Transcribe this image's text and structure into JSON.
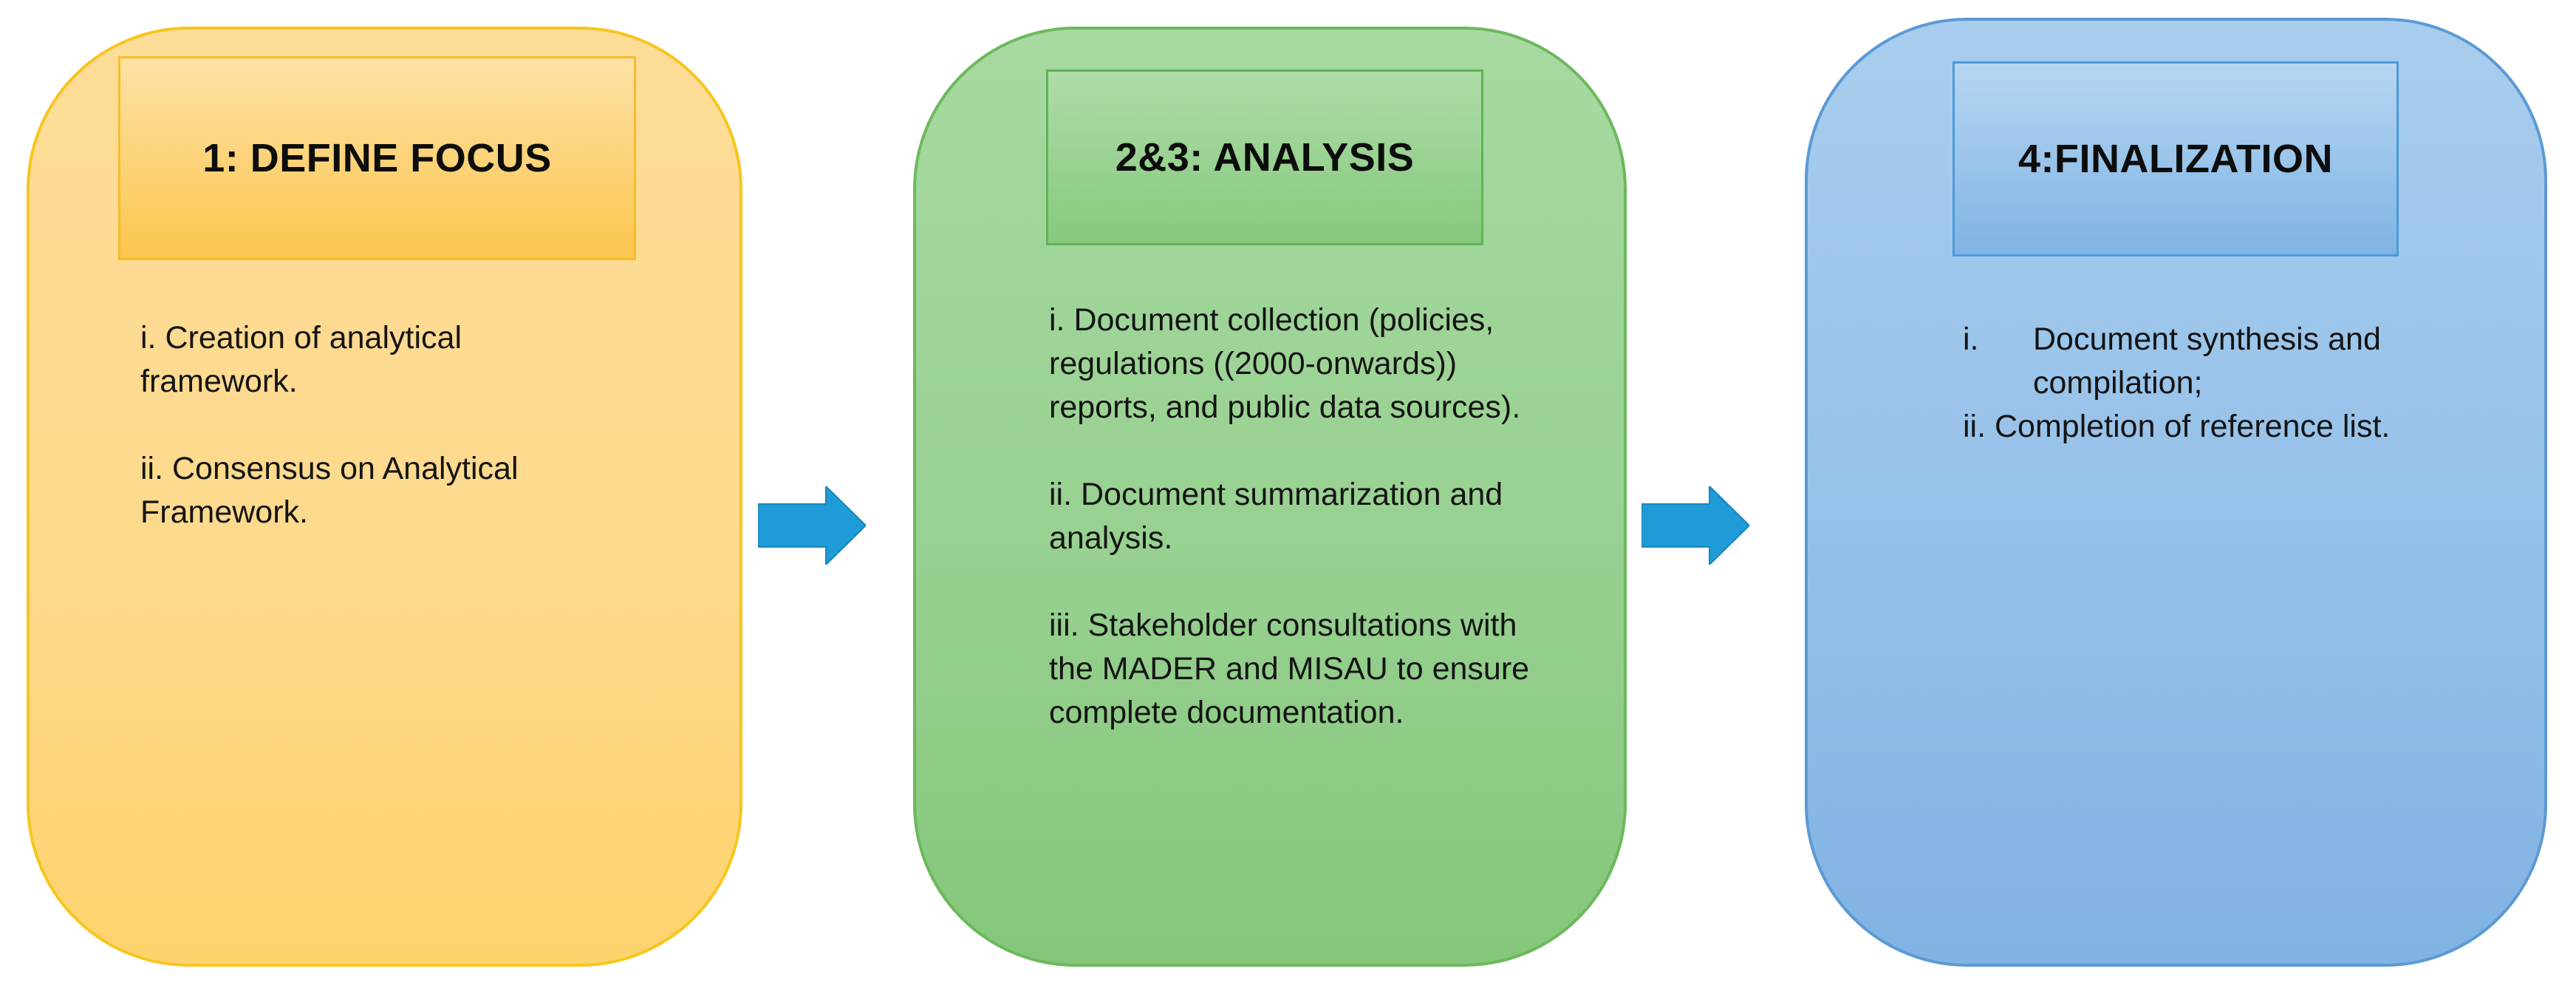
{
  "colors": {
    "stage1": "#fdd98b",
    "stage2": "#96d08f",
    "stage3": "#93bfe7",
    "arrow": "#1f9bd7"
  },
  "stages": [
    {
      "heading": "1: DEFINE FOCUS",
      "items": [
        "i. Creation of analytical framework.",
        "ii. Consensus on Analytical Framework."
      ]
    },
    {
      "heading": "2&3: ANALYSIS",
      "items": [
        "i. Document collection (policies, regulations ((2000-onwards)) reports, and public data sources).",
        "ii. Document summarization and analysis.",
        "iii. Stakeholder consultations with the MADER and MISAU to ensure complete documentation."
      ]
    },
    {
      "heading": "4:FINALIZATION",
      "items": [
        {
          "marker": "i.",
          "text": "Document synthesis and compilation;"
        },
        "ii. Completion of reference list."
      ]
    }
  ],
  "connectors": [
    "arrow-right-icon",
    "arrow-right-icon"
  ]
}
